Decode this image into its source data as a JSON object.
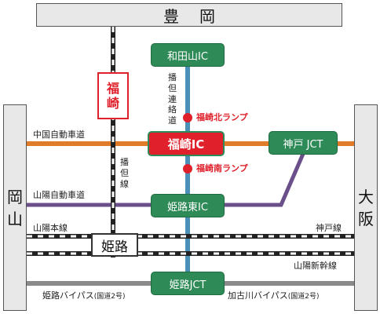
{
  "regions": {
    "top": "豊岡",
    "left": [
      "岡",
      "山"
    ],
    "right": [
      "大",
      "阪"
    ]
  },
  "nodes": {
    "wadayama_ic": "和田山IC",
    "fukusaki_ic": "福崎IC",
    "kobe_jct": "神戸 JCT",
    "himeji_higashi_ic": "姫路東IC",
    "himeji_jct": "姫路JCT"
  },
  "ramps": {
    "north": "福崎北ランプ",
    "south": "福崎南ランプ"
  },
  "cities": {
    "fukusaki": [
      "福",
      "崎"
    ],
    "himeji": "姫路"
  },
  "roads": {
    "bantan_renraku": [
      "播",
      "但",
      "連",
      "絡",
      "道"
    ],
    "chugoku": "中国自動車道",
    "sanyo_expressway": "山陽自動車道",
    "himeji_bypass": "姫路バイパス",
    "himeji_bypass_suffix": "(国道2号)",
    "kakogawa_bypass": "加古川バイパス",
    "kakogawa_bypass_suffix": "(国道2号)"
  },
  "rail": {
    "bantan_line": [
      "播",
      "但",
      "線"
    ],
    "sanyo_main": "山陽本線",
    "kobe_line": "神戸線",
    "sanyo_shinkansen": "山陽新幹線"
  },
  "colors": {
    "chugoku": "#e07b2a",
    "sanyo_expressway": "#6a4f8a",
    "bantan_renraku": "#4a90b8",
    "bypass": "#8a8a8a",
    "node_green": "#2e8b57",
    "accent_red": "#e0202a"
  }
}
